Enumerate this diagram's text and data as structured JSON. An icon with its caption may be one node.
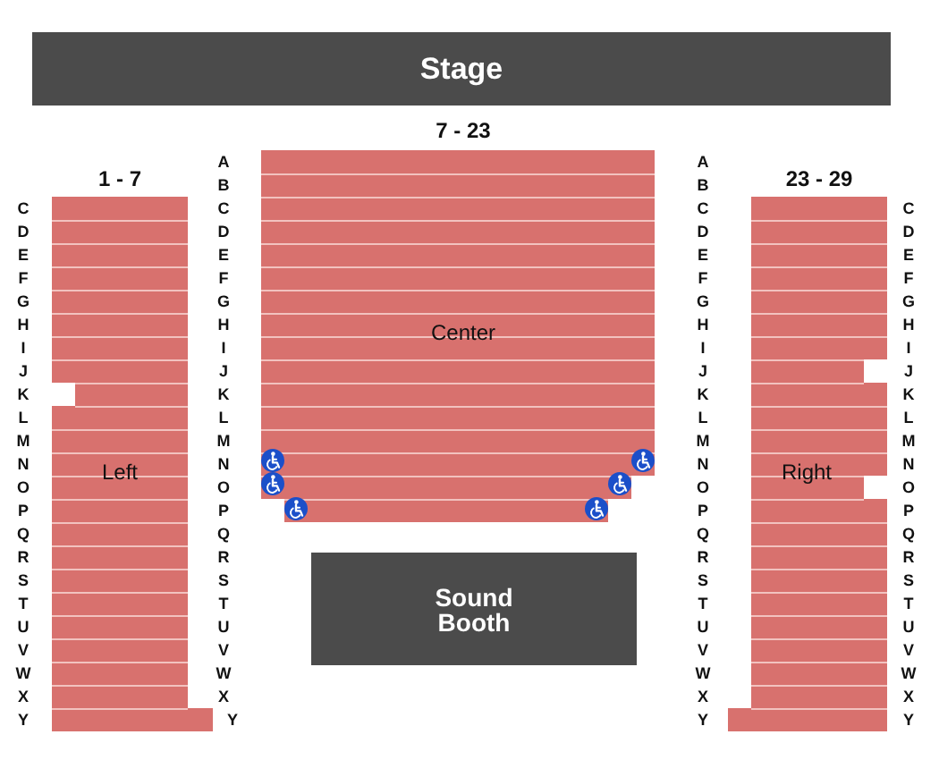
{
  "diagram": {
    "nodes": [
      {
        "text": [
          "Stage"
        ]
      },
      {
        "text": [
          "1 - 7",
          "Left"
        ]
      },
      {
        "text": [
          "7 - 23",
          "Center"
        ]
      },
      {
        "text": [
          "23 - 29",
          "Right"
        ]
      },
      {
        "text": [
          "Sound Booth"
        ]
      }
    ],
    "labels": [
      "A",
      "A",
      "B",
      "B",
      "C",
      "C",
      "C",
      "C",
      "D",
      "D",
      "D",
      "D",
      "E",
      "E",
      "E",
      "E",
      "F",
      "F",
      "F",
      "F",
      "G",
      "G",
      "G",
      "G",
      "H",
      "H",
      "H",
      "H",
      "I",
      "I",
      "I",
      "I",
      "J",
      "J",
      "J",
      "J",
      "K",
      "K",
      "K",
      "K",
      "L",
      "L",
      "L",
      "L",
      "M",
      "M",
      "M",
      "M",
      "N",
      "N",
      "N",
      "N",
      "O",
      "O",
      "O",
      "O",
      "P",
      "P",
      "P",
      "P",
      "Q",
      "Q",
      "Q",
      "Q",
      "R",
      "R",
      "R",
      "R",
      "S",
      "S",
      "S",
      "S",
      "T",
      "T",
      "T",
      "T",
      "U",
      "U",
      "U",
      "U",
      "V",
      "V",
      "V",
      "V",
      "W",
      "W",
      "W",
      "W",
      "X",
      "X",
      "X",
      "X",
      "Y",
      "Y",
      "Y",
      "Y"
    ]
  }
}
